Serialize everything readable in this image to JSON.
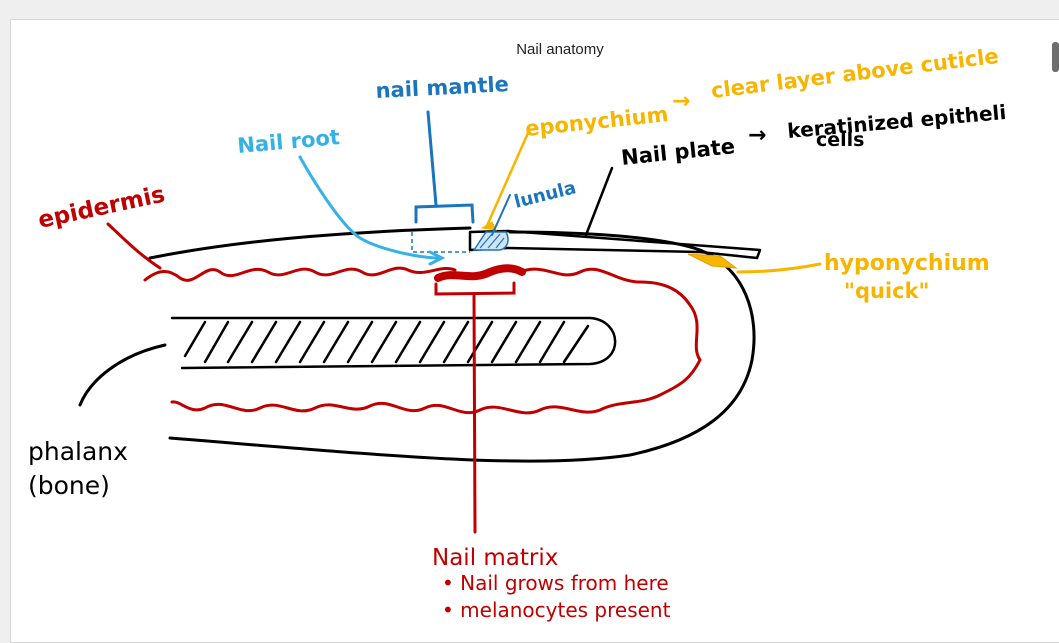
{
  "title": "Nail anatomy",
  "colors": {
    "blue": "#1b75bc",
    "light_blue": "#35b1e6",
    "yellow": "#f7b500",
    "red": "#c00000",
    "black": "#000000"
  },
  "labels": {
    "nail_mantle": "nail mantle",
    "nail_root": "Nail root",
    "eponychium": "eponychium",
    "eponychium_arrow": "→",
    "eponychium_desc": "clear layer above cuticle",
    "nail_plate": "Nail plate",
    "nail_plate_arrow": "→",
    "nail_plate_desc_1": "keratinized epitheli",
    "nail_plate_desc_2": "cells",
    "lunula": "lunula",
    "epidermis": "epidermis",
    "hyponychium": "hyponychium",
    "quick": "\"quick\"",
    "phalanx": "phalanx",
    "bone": "(bone)",
    "nail_matrix": "Nail matrix",
    "matrix_note_1": "• Nail grows from here",
    "matrix_note_2": "• melanocytes present"
  }
}
